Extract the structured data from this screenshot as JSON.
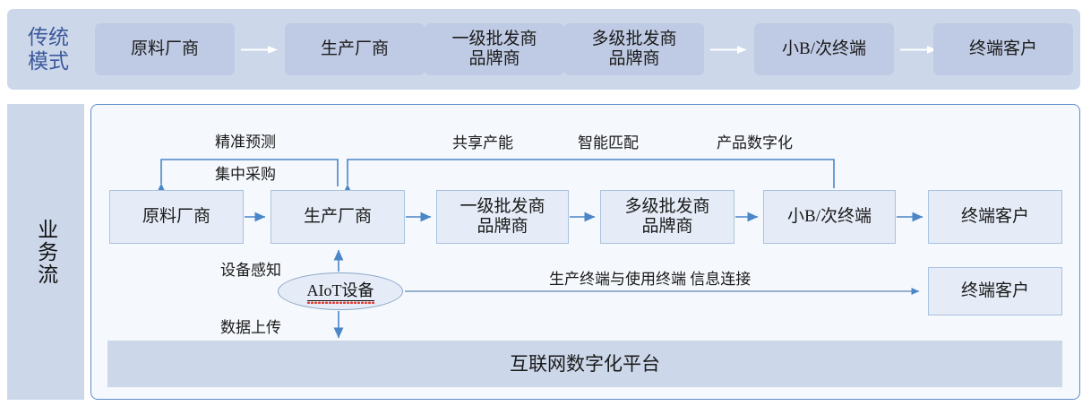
{
  "traditional": {
    "label": "传统\n模式",
    "label_line1": "传统",
    "label_line2": "模式",
    "arrow_color": "#ffffff",
    "band_color": "#ccd7ea",
    "box_color": "#bfcbe4",
    "nodes": [
      {
        "text": "原料厂商",
        "line1": "原料厂商",
        "line2": ""
      },
      {
        "text": "生产厂商",
        "line1": "生产厂商",
        "line2": ""
      },
      {
        "text": "一级批发商品牌商",
        "line1": "一级批发商",
        "line2": "品牌商"
      },
      {
        "text": "多级批发商品牌商",
        "line1": "多级批发商",
        "line2": "品牌商"
      },
      {
        "text": "小B/次终端",
        "line1": "小B/次终端",
        "line2": ""
      },
      {
        "text": "终端客户",
        "line1": "终端客户",
        "line2": ""
      }
    ]
  },
  "business": {
    "label_line1": "业",
    "label_line2": "务",
    "label_line3": "流",
    "label": "业务流",
    "panel_border_color": "#5b8dc8",
    "panel_bg": "#f5f8fc",
    "node_color": "#e5ecf7",
    "arrow_color": "#4a86c8",
    "nodes": [
      {
        "text": "原料厂商",
        "line1": "原料厂商",
        "line2": ""
      },
      {
        "text": "生产厂商",
        "line1": "生产厂商",
        "line2": ""
      },
      {
        "text": "一级批发商品牌商",
        "line1": "一级批发商",
        "line2": "品牌商"
      },
      {
        "text": "多级批发商品牌商",
        "line1": "多级批发商",
        "line2": "品牌商"
      },
      {
        "text": "小B/次终端",
        "line1": "小B/次终端",
        "line2": ""
      },
      {
        "text": "终端客户",
        "line1": "终端客户",
        "line2": ""
      }
    ],
    "annotations": {
      "accurate_forecast": "精准预测",
      "central_purchase": "集中采购",
      "shared_capacity": "共享产能",
      "smart_match": "智能匹配",
      "product_digitization": "产品数字化",
      "device_sensing": "设备感知",
      "data_upload": "数据上传",
      "terminal_link": "生产终端与使用终端  信息连接"
    },
    "aiot_device": "AIoT设备",
    "aiot_spellcheck": true,
    "end_customer": "终端客户",
    "platform": "互联网数字化平台"
  }
}
